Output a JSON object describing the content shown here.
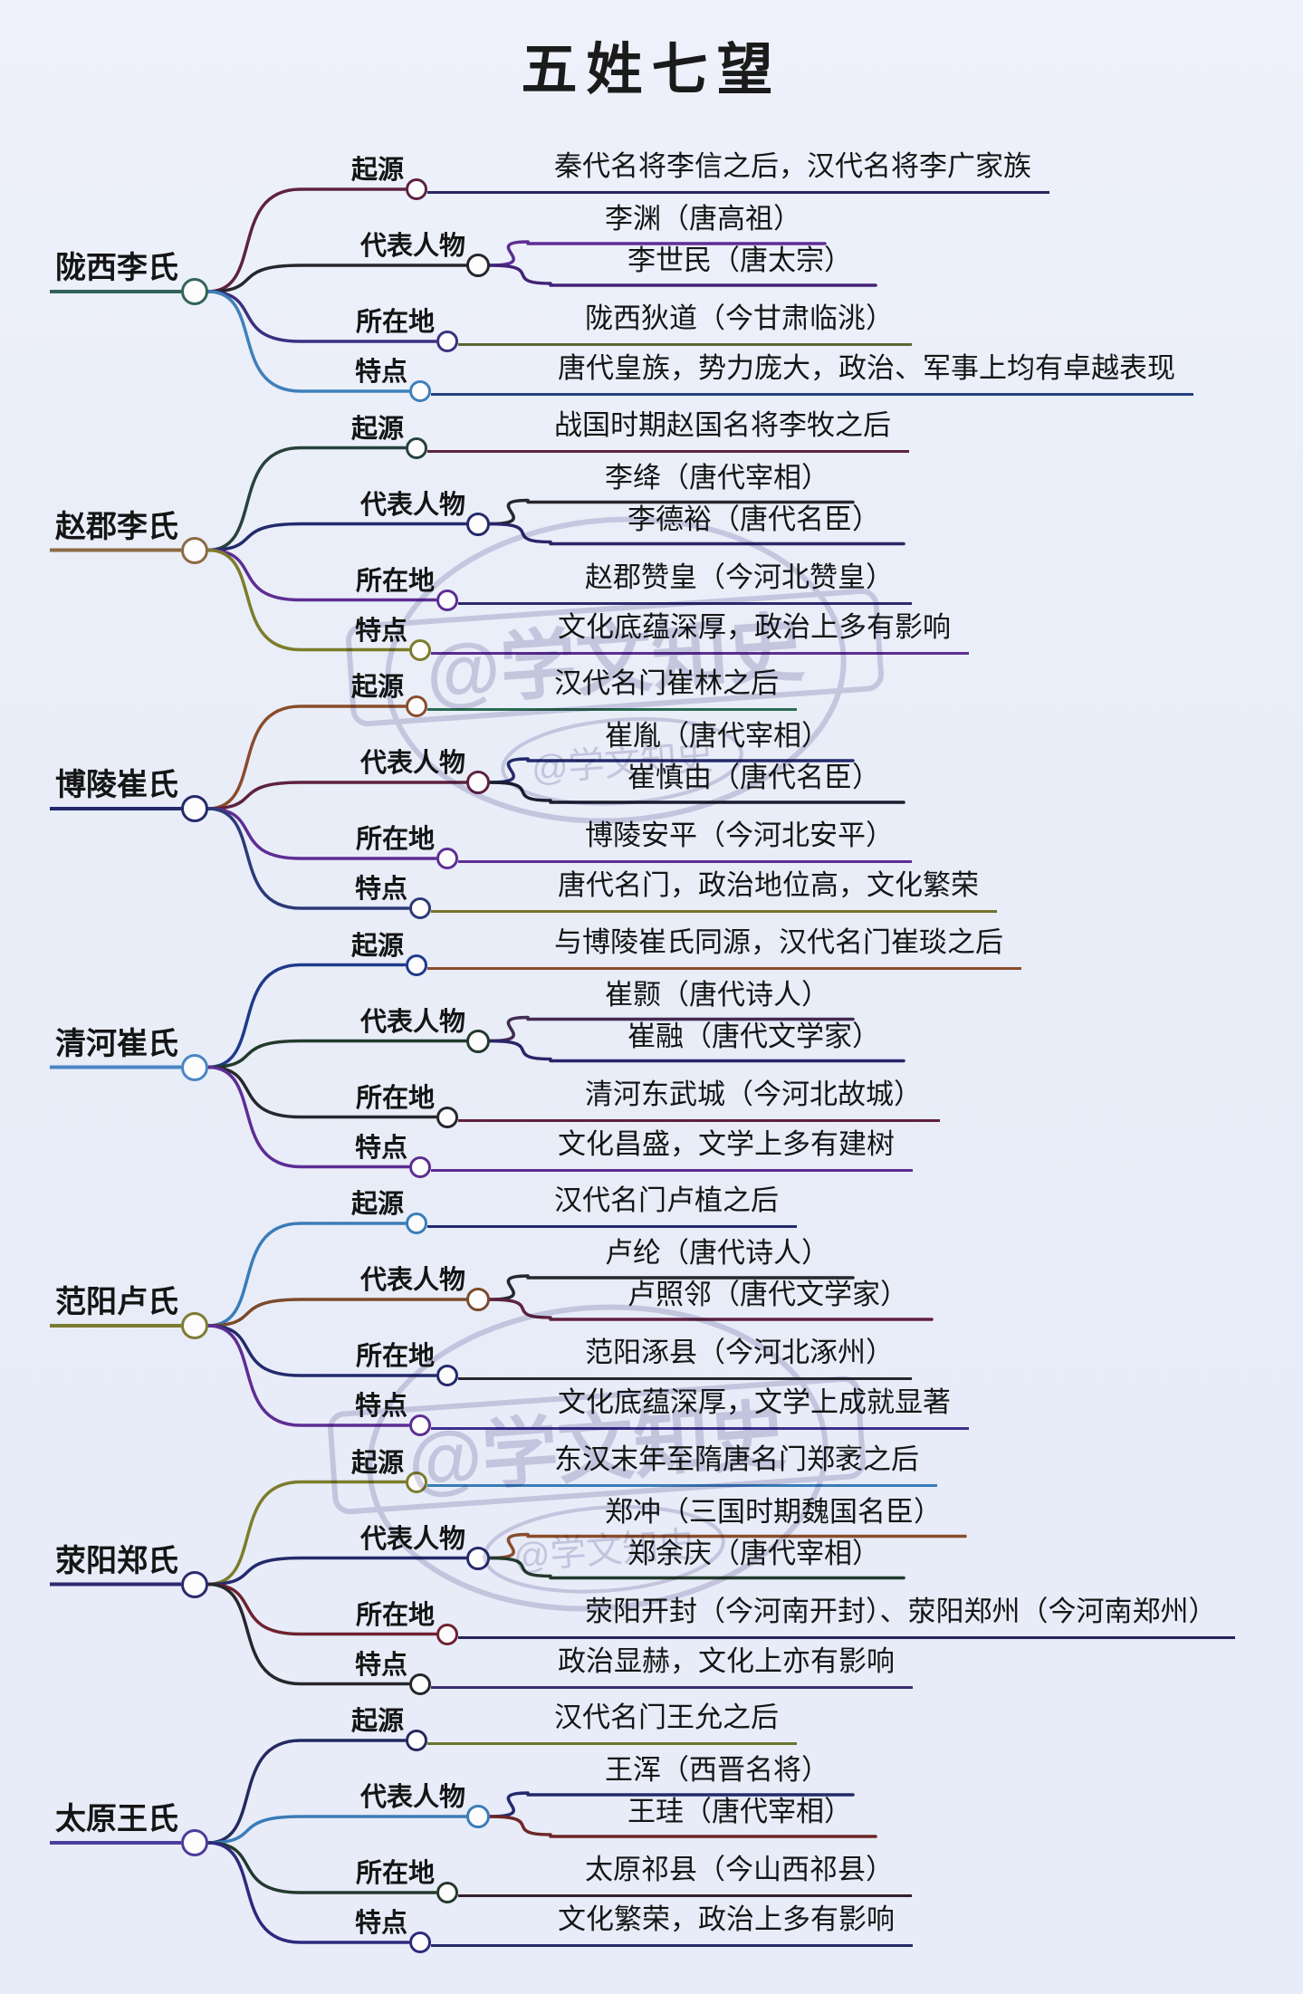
{
  "title": "五姓七望",
  "watermark": {
    "large": "@学文知史",
    "small": "@学文知史"
  },
  "palette": {
    "background": "#e8edf8",
    "text": "#151515",
    "watermark": "#7b6fa8"
  },
  "groups": [
    {
      "name": "陇西李氏",
      "color": "#33635a",
      "branches": [
        {
          "label": "起源",
          "curve": "#5e2240",
          "items": [
            {
              "text": "秦代名将李信之后，汉代名将李广家族",
              "line": "#2c2562"
            }
          ]
        },
        {
          "label": "代表人物",
          "curve": "#26262c",
          "items": [
            {
              "text": "李渊（唐高祖）",
              "line": "#5e2d93"
            },
            {
              "text": "李世民（唐太宗）",
              "line": "#432277"
            }
          ]
        },
        {
          "label": "所在地",
          "curve": "#3c2f7e",
          "items": [
            {
              "text": "陇西狄道（今甘肃临洮）",
              "line": "#5d6630"
            }
          ]
        },
        {
          "label": "特点",
          "curve": "#3f80ba",
          "items": [
            {
              "text": "唐代皇族，势力庞大，政治、军事上均有卓越表现",
              "line": "#24407c"
            }
          ]
        }
      ]
    },
    {
      "name": "赵郡李氏",
      "color": "#8c6a45",
      "branches": [
        {
          "label": "起源",
          "curve": "#27413c",
          "items": [
            {
              "text": "战国时期赵国名将李牧之后",
              "line": "#5e2240"
            }
          ]
        },
        {
          "label": "代表人物",
          "curve": "#232a6b",
          "items": [
            {
              "text": "李绛（唐代宰相）",
              "line": "#26262c"
            },
            {
              "text": "李德裕（唐代名臣）",
              "line": "#2c2468"
            }
          ]
        },
        {
          "label": "所在地",
          "curve": "#5e2d93",
          "items": [
            {
              "text": "赵郡赞皇（今河北赞皇）",
              "line": "#2c2a6e"
            }
          ]
        },
        {
          "label": "特点",
          "curve": "#7c7c2b",
          "items": [
            {
              "text": "文化底蕴深厚，政治上多有影响",
              "line": "#5e2d93"
            }
          ]
        }
      ]
    },
    {
      "name": "博陵崔氏",
      "color": "#232a6b",
      "branches": [
        {
          "label": "起源",
          "curve": "#8a4c2b",
          "items": [
            {
              "text": "汉代名门崔林之后",
              "line": "#2b6a52"
            }
          ]
        },
        {
          "label": "代表人物",
          "curve": "#5e2240",
          "items": [
            {
              "text": "崔胤（唐代宰相）",
              "line": "#232a6b"
            },
            {
              "text": "崔慎由（唐代名臣）",
              "line": "#1c1c30"
            }
          ]
        },
        {
          "label": "所在地",
          "curve": "#5e2d93",
          "items": [
            {
              "text": "博陵安平（今河北安平）",
              "line": "#5e2d93"
            }
          ]
        },
        {
          "label": "特点",
          "curve": "#2c3a78",
          "items": [
            {
              "text": "唐代名门，政治地位高，文化繁荣",
              "line": "#74742a"
            }
          ]
        }
      ]
    },
    {
      "name": "清河崔氏",
      "color": "#4a86c4",
      "branches": [
        {
          "label": "起源",
          "curve": "#1f3a8a",
          "items": [
            {
              "text": "与博陵崔氏同源，汉代名门崔琰之后",
              "line": "#8a4c2b"
            }
          ]
        },
        {
          "label": "代表人物",
          "curve": "#233a2c",
          "items": [
            {
              "text": "崔颢（唐代诗人）",
              "line": "#432a52"
            },
            {
              "text": "崔融（唐代文学家）",
              "line": "#2c2468"
            }
          ]
        },
        {
          "label": "所在地",
          "curve": "#26262c",
          "items": [
            {
              "text": "清河东武城（今河北故城）",
              "line": "#5e2240"
            }
          ]
        },
        {
          "label": "特点",
          "curve": "#5e2d93",
          "items": [
            {
              "text": "文化昌盛，文学上多有建树",
              "line": "#5e2d93"
            }
          ]
        }
      ]
    },
    {
      "name": "范阳卢氏",
      "color": "#7c7c33",
      "branches": [
        {
          "label": "起源",
          "curve": "#3a7cb8",
          "items": [
            {
              "text": "汉代名门卢植之后",
              "line": "#232a6b"
            }
          ]
        },
        {
          "label": "代表人物",
          "curve": "#7c4a2b",
          "items": [
            {
              "text": "卢纶（唐代诗人）",
              "line": "#26262c"
            },
            {
              "text": "卢照邻（唐代文学家）",
              "line": "#5e2240"
            }
          ]
        },
        {
          "label": "所在地",
          "curve": "#232a6b",
          "items": [
            {
              "text": "范阳涿县（今河北涿州）",
              "line": "#26262c"
            }
          ]
        },
        {
          "label": "特点",
          "curve": "#5e2d93",
          "items": [
            {
              "text": "文化底蕴深厚，文学上成就显著",
              "line": "#3c2f8e"
            }
          ]
        }
      ]
    },
    {
      "name": "荥阳郑氏",
      "color": "#2c2a6e",
      "branches": [
        {
          "label": "起源",
          "curve": "#7c7c2b",
          "items": [
            {
              "text": "东汉末年至隋唐名门郑袤之后",
              "line": "#3a7cb8"
            }
          ]
        },
        {
          "label": "代表人物",
          "curve": "#232a6b",
          "items": [
            {
              "text": "郑冲（三国时期魏国名臣）",
              "line": "#8a4c2b"
            },
            {
              "text": "郑余庆（唐代宰相）",
              "line": "#233a2c"
            }
          ]
        },
        {
          "label": "所在地",
          "curve": "#6e2230",
          "items": [
            {
              "text": "荥阳开封（今河南开封）、荥阳郑州（今河南郑州）",
              "line": "#23235e"
            }
          ]
        },
        {
          "label": "特点",
          "curve": "#26262c",
          "items": [
            {
              "text": "政治显赫，文化上亦有影响",
              "line": "#3c2f6e"
            }
          ]
        }
      ]
    },
    {
      "name": "太原王氏",
      "color": "#4c3c9c",
      "branches": [
        {
          "label": "起源",
          "curve": "#232a5e",
          "items": [
            {
              "text": "汉代名门王允之后",
              "line": "#6a742e"
            }
          ]
        },
        {
          "label": "代表人物",
          "curve": "#3a7cb8",
          "items": [
            {
              "text": "王浑（西晋名将）",
              "line": "#232a6b"
            },
            {
              "text": "王珪（唐代宰相）",
              "line": "#6e2525"
            }
          ]
        },
        {
          "label": "所在地",
          "curve": "#233a2c",
          "items": [
            {
              "text": "太原祁县（今山西祁县）",
              "line": "#33202c"
            }
          ]
        },
        {
          "label": "特点",
          "curve": "#2c2a7e",
          "items": [
            {
              "text": "文化繁荣，政治上多有影响",
              "line": "#232a6b"
            }
          ]
        }
      ]
    }
  ]
}
